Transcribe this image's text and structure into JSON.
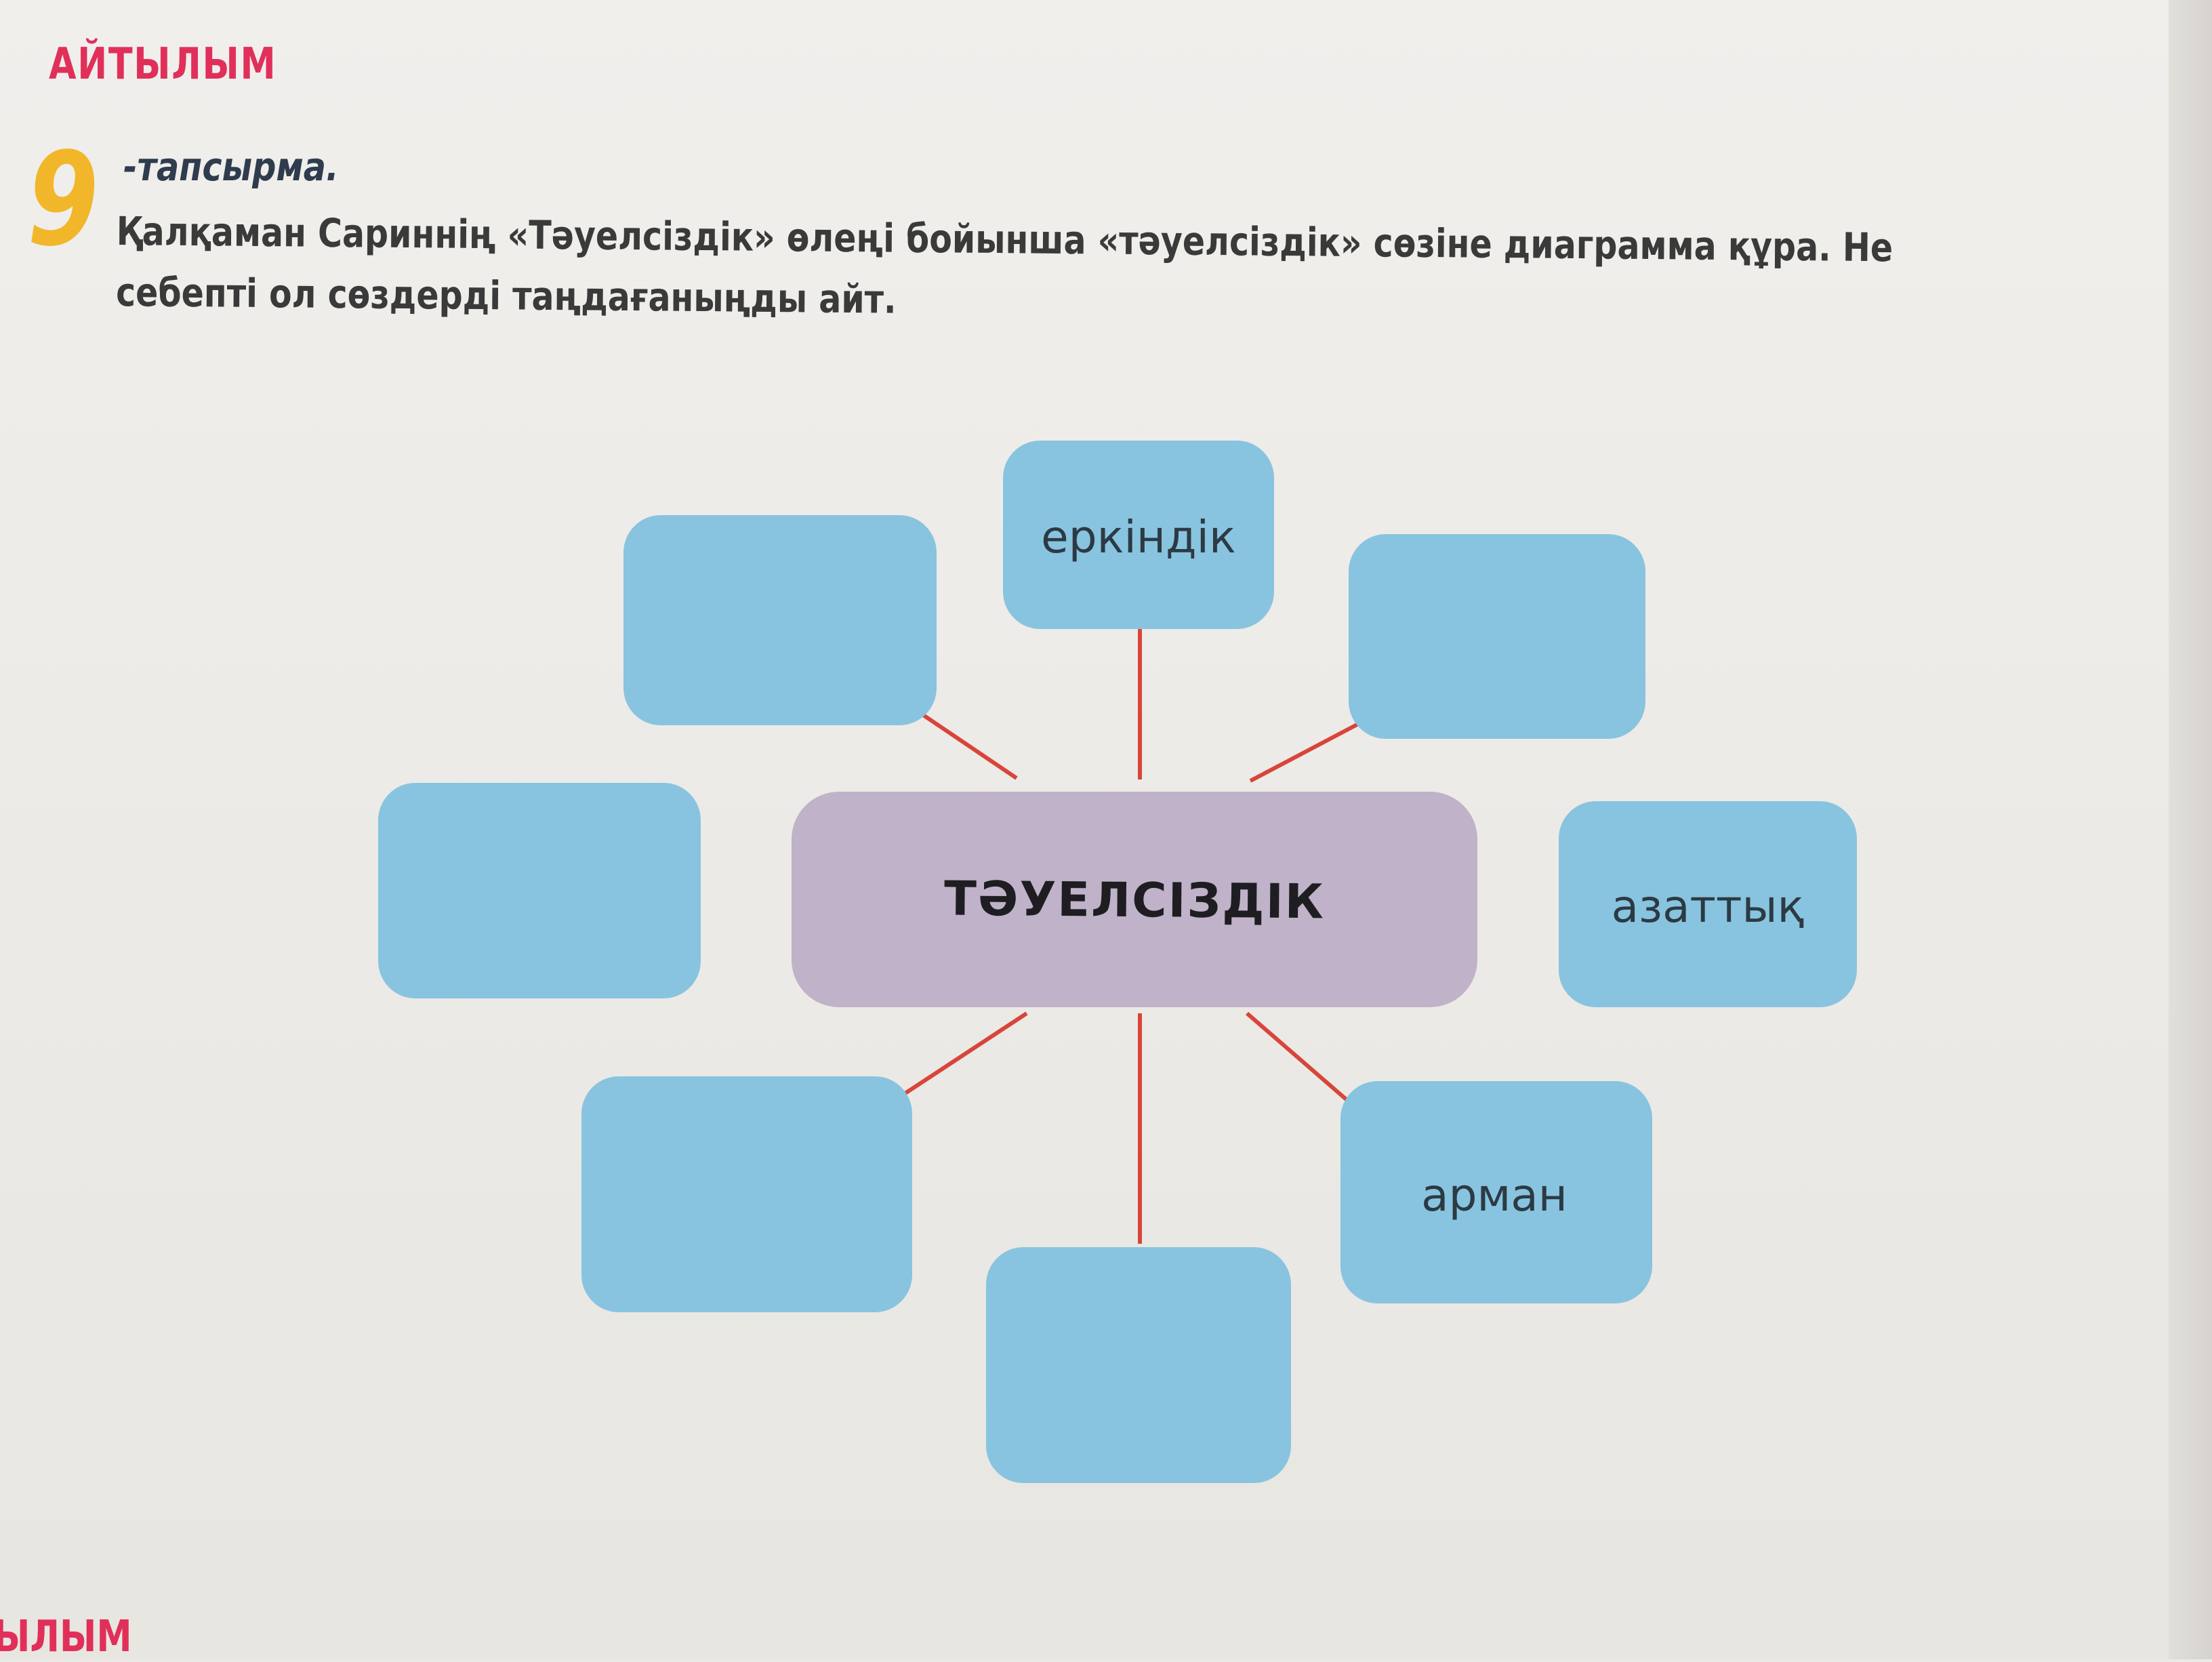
{
  "section": {
    "title": "АЙТЫЛЫМ",
    "footer_word": "ЫЛЫМ"
  },
  "task": {
    "number": "9",
    "label": "-тапсырма.",
    "line1": "Қалқаман Сариннің «Тәуелсіздік» өлеңі бойынша «тәуелсіздік» сөзіне диаграмма құра. Не",
    "line2": "себепті ол сөздерді таңдағаныңды айт."
  },
  "diagram": {
    "center": "ТӘУЕЛСІЗДІК",
    "nodes": [
      {
        "id": "top",
        "label": "еркіндік"
      },
      {
        "id": "top-left",
        "label": ""
      },
      {
        "id": "top-right",
        "label": ""
      },
      {
        "id": "left",
        "label": ""
      },
      {
        "id": "right",
        "label": "азаттық"
      },
      {
        "id": "bottom-left",
        "label": ""
      },
      {
        "id": "bottom",
        "label": ""
      },
      {
        "id": "bottom-right",
        "label": "арман"
      }
    ]
  },
  "colors": {
    "node_fill": "#88c4df",
    "center_fill": "#c0b2c9",
    "connector": "#d8453a",
    "accent_pink": "#e0305a",
    "accent_yellow": "#f2b62a"
  }
}
